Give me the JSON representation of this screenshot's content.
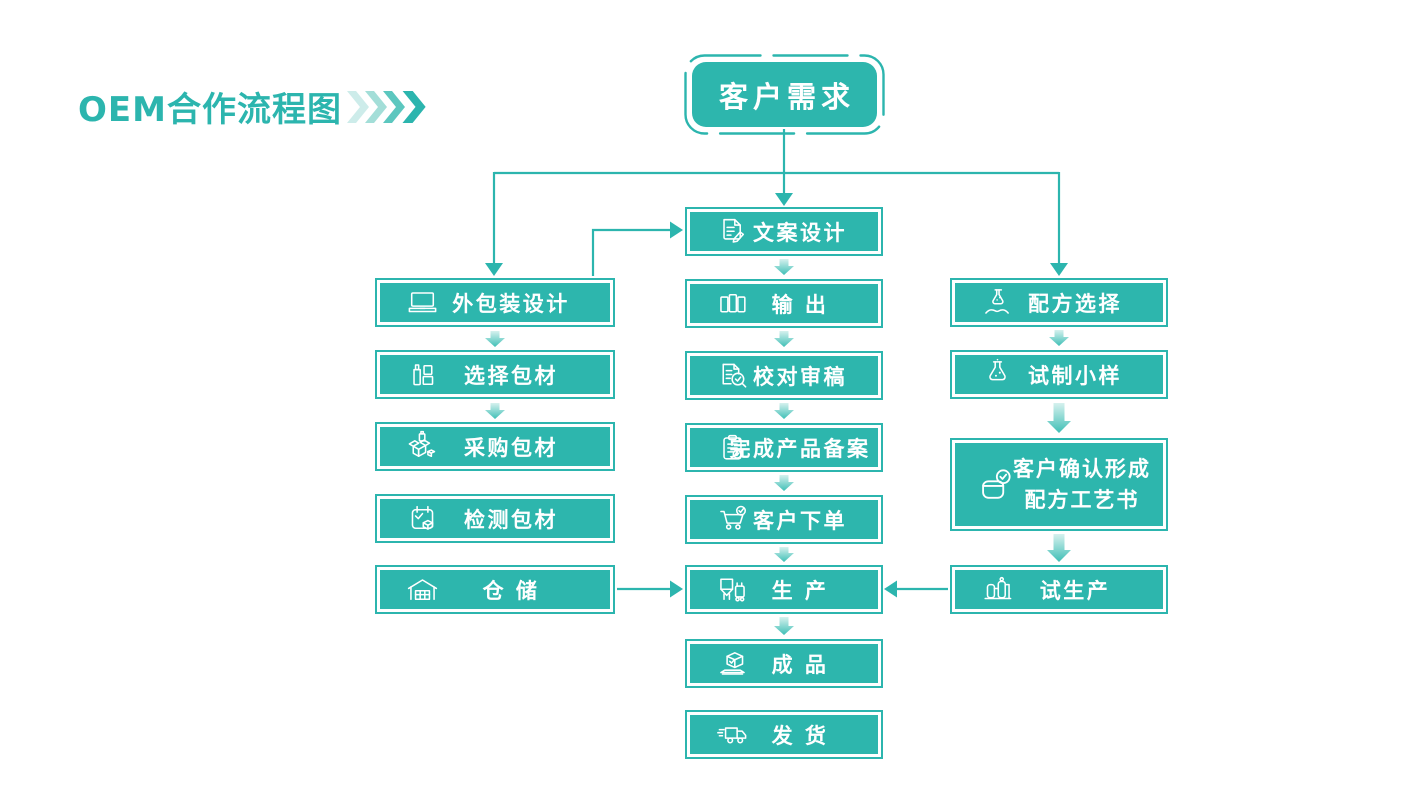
{
  "title": {
    "text": "OEM合作流程图"
  },
  "decor": {
    "chevron_colors": [
      "#cdecea",
      "#a3ded8",
      "#5cc7bf",
      "#2cb5ae"
    ]
  },
  "colors": {
    "teal": "#2cb5ae",
    "box_fill": "#2db6ad",
    "text_on_teal": "#ffffff",
    "arrow_gradient_top": "#d6f1ee",
    "arrow_gradient_bottom": "#3fbfb6"
  },
  "start_node": {
    "label": "客户需求"
  },
  "columns": {
    "left": {
      "boxes": [
        {
          "label": "外包装设计",
          "icon": "laptop-icon"
        },
        {
          "label": "选择包材",
          "icon": "packaging-tubes-icon"
        },
        {
          "label": "采购包材",
          "icon": "purchase-box-icon"
        },
        {
          "label": "检测包材",
          "icon": "inspect-calendar-icon"
        },
        {
          "label": "仓 储",
          "icon": "warehouse-icon"
        }
      ]
    },
    "middle": {
      "boxes": [
        {
          "label": "文案设计",
          "icon": "copywriting-doc-icon"
        },
        {
          "label": "输 出",
          "icon": "output-cartons-icon"
        },
        {
          "label": "校对审稿",
          "icon": "proofread-magnifier-icon"
        },
        {
          "label": "完成产品备案",
          "icon": "record-clipboard-icon"
        },
        {
          "label": "客户下单",
          "icon": "order-cart-icon"
        },
        {
          "label": "生 产",
          "icon": "production-tanks-icon"
        },
        {
          "label": "成 品",
          "icon": "finished-product-icon"
        },
        {
          "label": "发 货",
          "icon": "delivery-truck-icon"
        }
      ]
    },
    "right": {
      "boxes": [
        {
          "label": "配方选择",
          "icon": "formula-hand-flask-icon"
        },
        {
          "label": "试制小样",
          "icon": "sample-flask-icon"
        },
        {
          "label": "客户确认形成",
          "label2": "配方工艺书",
          "icon": "confirm-jar-icon"
        },
        {
          "label": "试生产",
          "icon": "pilot-production-icon"
        }
      ]
    }
  }
}
